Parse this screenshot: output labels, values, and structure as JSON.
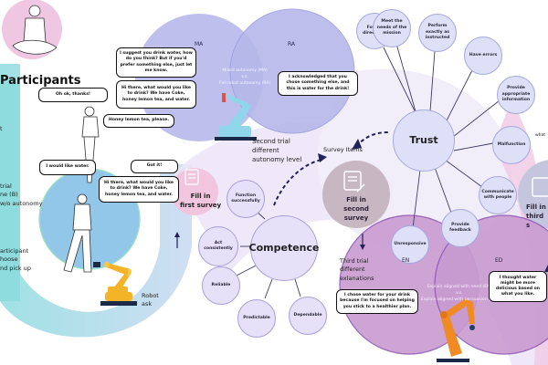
{
  "title": "Participants",
  "left_labels": {
    "first_trial": [
      "t",
      "trial",
      "ne (B)",
      "w/o autonomy"
    ],
    "pick_up": [
      "articipant",
      "hoose",
      "nd pick up"
    ]
  },
  "conversation_first": {
    "participant_lines": [
      "Oh ok, thanks!",
      "Honey lemon tea, please.",
      "I would like water."
    ],
    "robot_lines": [
      "Hi there, what would you like to drink? We have Coke, honey lemon tea, and water.",
      "Got it!"
    ]
  },
  "robot_task_label": [
    "Robot",
    "ask"
  ],
  "first_survey": {
    "label": [
      "Fill in",
      "first survey"
    ]
  },
  "autonomy": {
    "ma_label": "MA",
    "ra_label": "RA",
    "comparison": [
      "Mixed autonomy (MA)",
      "v.s.",
      "Full robot autonomy (RA)"
    ],
    "ma_lines": [
      "I suggest you drink water, how do you think? But if you'd prefer something else, just let me know.",
      "Hi there, what would you like to drink? We have Coke, honey lemon tea, and water."
    ],
    "ra_line": "I acknowledged that you chose something else, and this is water for the drink!"
  },
  "second_trial_label": [
    "Second trial",
    "different",
    "autonomy level"
  ],
  "survey_items_label": "Survey Items",
  "second_survey": {
    "label": [
      "Fill in",
      "second survey"
    ]
  },
  "third_trial_label": [
    "Third trial",
    "different",
    "exlanations"
  ],
  "competence": {
    "center": "Competence",
    "items": [
      "Function successfully",
      "Act consistently",
      "Reliable",
      "Predictable",
      "Dependable"
    ]
  },
  "trust": {
    "center": "Trust",
    "items": [
      "Follow directions",
      "Meet the needs of the mission",
      "Perform exactly as instructed",
      "Have errors",
      "Provide appropriate information",
      "Malfunction",
      "Communicate with people",
      "Provide feedback",
      "Unresponsive"
    ]
  },
  "explanations": {
    "en_label": "EN",
    "ed_label": "ED",
    "comparison": [
      "Explain aligned with need (EN)",
      "v.s.",
      "Explain aligned with persuasion (ED)"
    ],
    "en_line": "I chose water for your drink because I'm focused on helping you stick to a healthier plan.",
    "ed_line": "I thought water might be more delicious based on what you like."
  },
  "third_survey": {
    "label": [
      "Fill in",
      "third s"
    ]
  },
  "right_edge_text": "what"
}
